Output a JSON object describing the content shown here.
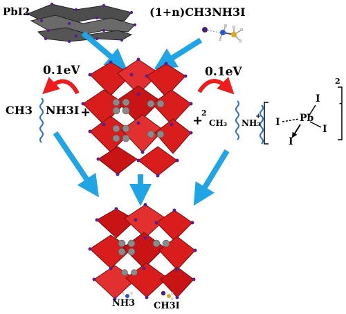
{
  "labels": {
    "pbi2": "PbI2",
    "methylammonium_iodide": "(1+n)CH3NH3I",
    "energy_left": "0.1eV",
    "energy_right": "0.1eV",
    "ch3_left": "CH3",
    "nh3i_left": "NH3I",
    "plus_left": "+",
    "plus_two": "+",
    "superscript_two": "2",
    "ch3_right": "CH₃",
    "nh3_right": "NH₃",
    "charge_right": "+",
    "iodine_1": "I",
    "iodine_2": "I",
    "iodine_3": "I",
    "iodine_4": "I",
    "lead": "Pb",
    "complex_charge": "2",
    "complex_minus": "-",
    "nh3_bottom": "NH3",
    "ch3i_bottom": "CH3I"
  },
  "colors": {
    "arrow_blue": "#1fa4e6",
    "curved_arrow_red": "#ef1c1c",
    "octahedron_red": "#d91c1c",
    "iodine_purple": "#5b1e8c",
    "methyl_gray": "#8a8a8a",
    "wavy_blue": "#2f6fd8",
    "pbi2_sheet": "#5a5a5a"
  }
}
